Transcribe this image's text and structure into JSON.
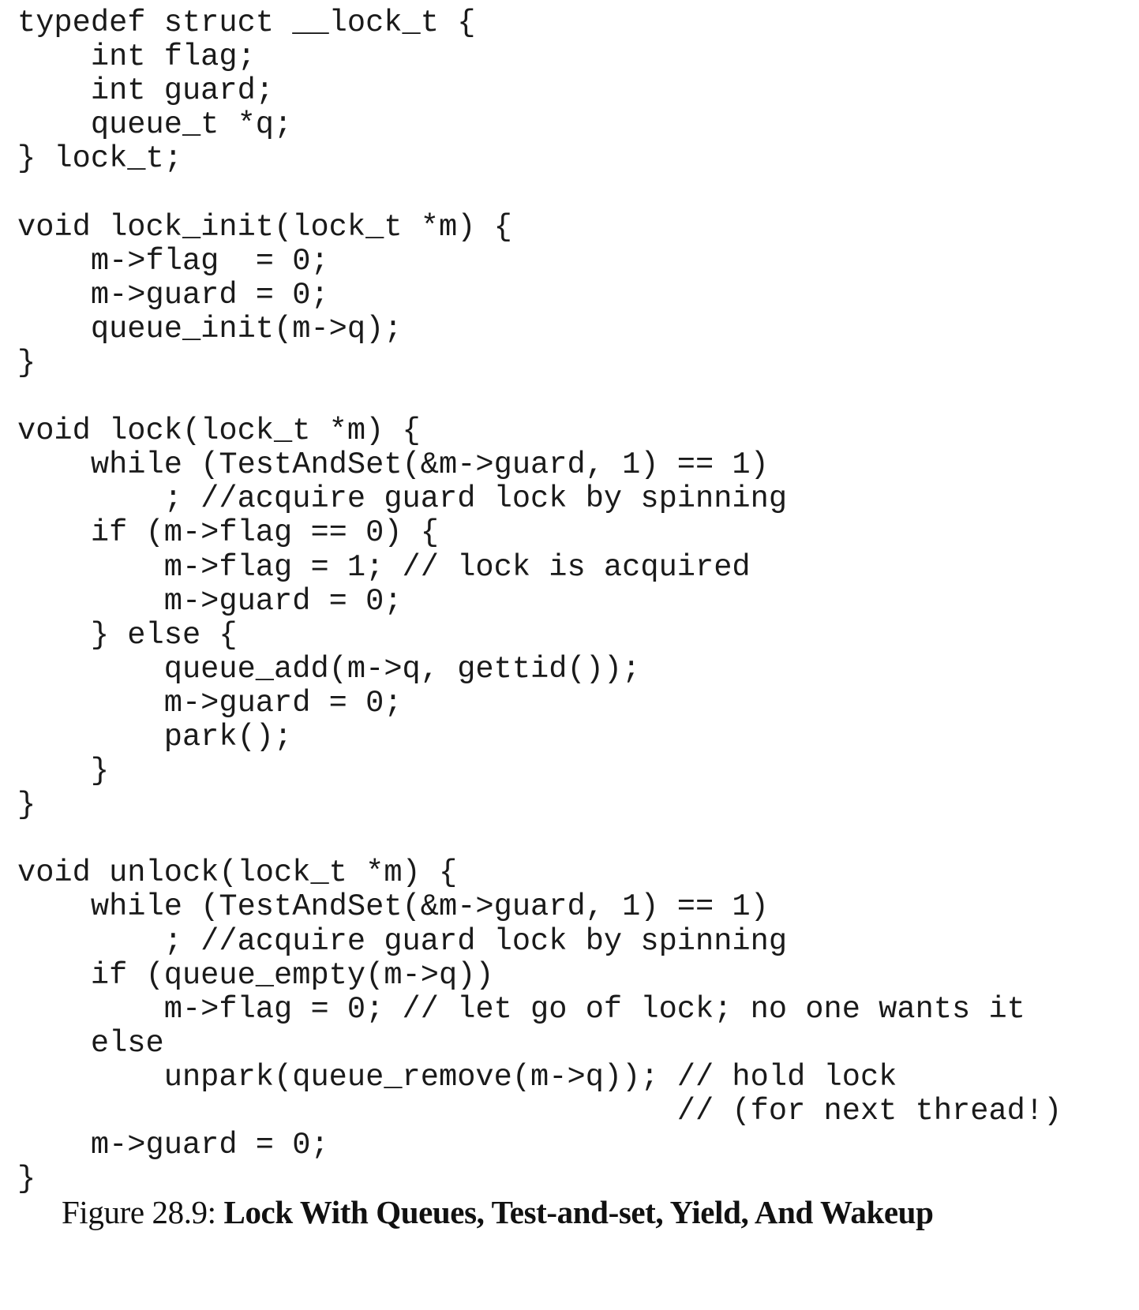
{
  "figure": {
    "code_lines": [
      "typedef struct __lock_t {",
      "    int flag;",
      "    int guard;",
      "    queue_t *q;",
      "} lock_t;",
      "",
      "void lock_init(lock_t *m) {",
      "    m->flag  = 0;",
      "    m->guard = 0;",
      "    queue_init(m->q);",
      "}",
      "",
      "void lock(lock_t *m) {",
      "    while (TestAndSet(&m->guard, 1) == 1)",
      "        ; //acquire guard lock by spinning",
      "    if (m->flag == 0) {",
      "        m->flag = 1; // lock is acquired",
      "        m->guard = 0;",
      "    } else {",
      "        queue_add(m->q, gettid());",
      "        m->guard = 0;",
      "        park();",
      "    }",
      "}",
      "",
      "void unlock(lock_t *m) {",
      "    while (TestAndSet(&m->guard, 1) == 1)",
      "        ; //acquire guard lock by spinning",
      "    if (queue_empty(m->q))",
      "        m->flag = 0; // let go of lock; no one wants it",
      "    else",
      "        unpark(queue_remove(m->q)); // hold lock",
      "                                    // (for next thread!)",
      "    m->guard = 0;",
      "}"
    ],
    "caption": {
      "label": "Figure 28.9: ",
      "title": "Lock With Queues, Test-and-set, Yield, And Wakeup"
    }
  }
}
